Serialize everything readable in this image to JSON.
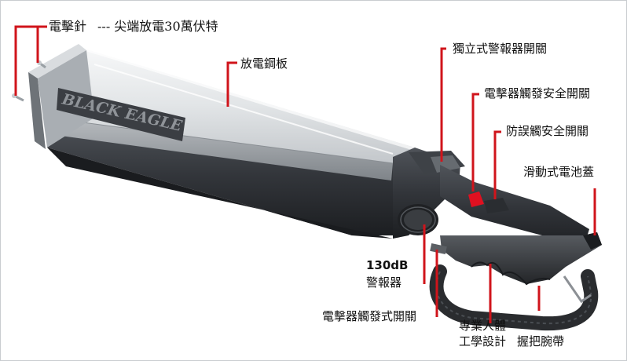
{
  "brand_text": "BLACK EAGLE",
  "labels": {
    "electrode": "電擊針",
    "electrode_desc": "--- 尖端放電30萬伏特",
    "plate": "放電鋼板",
    "alarm_switch": "獨立式警報器開關",
    "trigger_safety": "電擊器觸發安全開關",
    "anti_safety": "防誤觸安全開關",
    "battery_cover": "滑動式電池蓋",
    "db": "130dB",
    "alarm": "警報器",
    "trigger_switch": "電擊器觸發式開關",
    "ergonomic_1": "專業人體",
    "ergonomic_2": "工學設計",
    "strap": "握把腕帶"
  },
  "colors": {
    "callout": "#d0141b",
    "steel_light": "#eef0f1",
    "steel_dark": "#9ea3a8",
    "body_dark": "#2c2f33",
    "indicator": "#e01020"
  }
}
